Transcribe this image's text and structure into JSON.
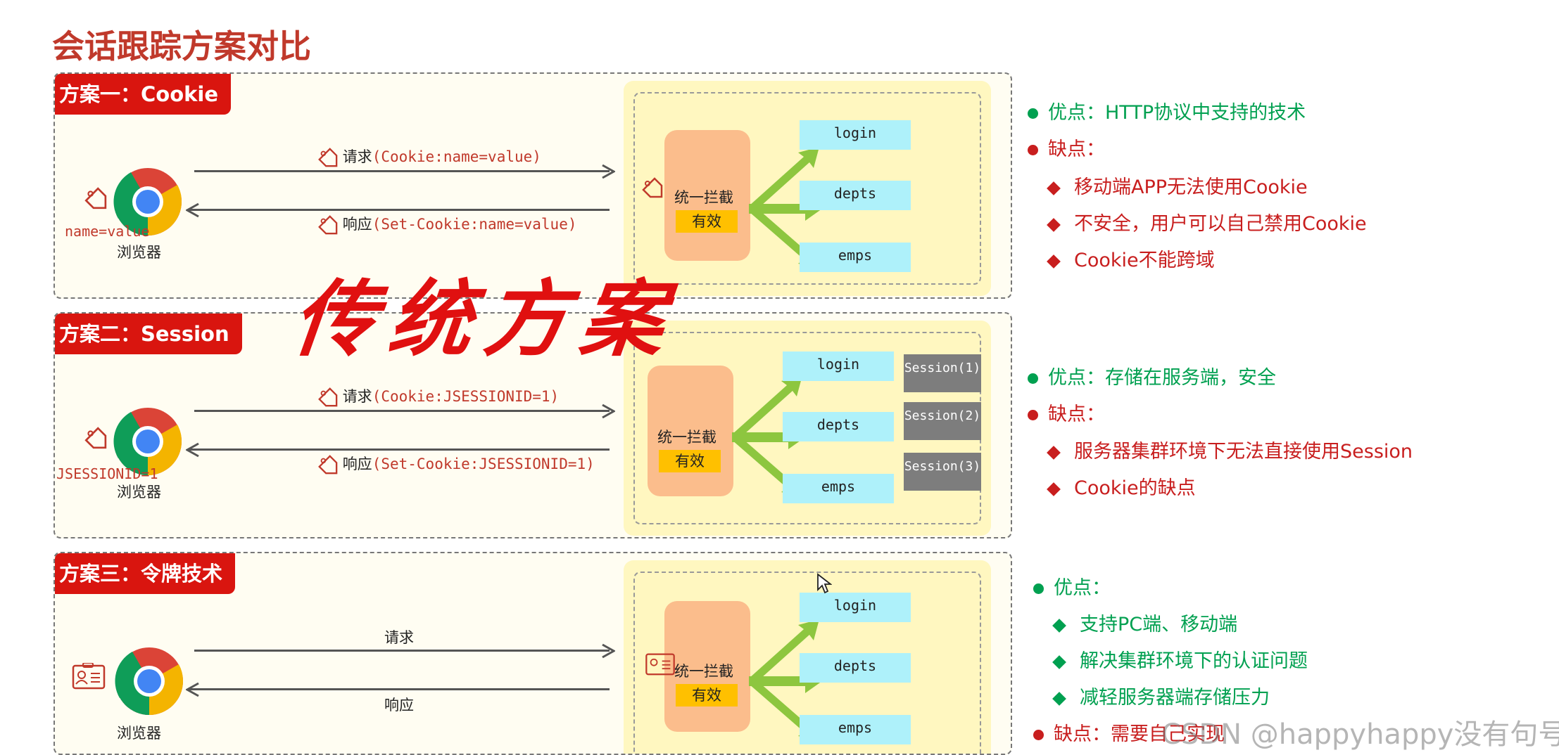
{
  "title": "会话跟踪方案对比",
  "panels": [
    {
      "tag": "方案一：Cookie",
      "browser_label": "浏览器",
      "token": "name=value",
      "request": {
        "prefix": "请求",
        "code": "(Cookie:name=value)"
      },
      "response": {
        "prefix": "响应",
        "code": "(Set-Cookie:name=value)"
      },
      "interceptor": "统一拦截",
      "valid": "有效",
      "endpoints": [
        "login",
        "depts",
        "emps"
      ]
    },
    {
      "tag": "方案二：Session",
      "browser_label": "浏览器",
      "token": "JSESSIONID=1",
      "request": {
        "prefix": "请求",
        "code": "(Cookie:JSESSIONID=1)"
      },
      "response": {
        "prefix": "响应",
        "code": "(Set-Cookie:JSESSIONID=1)"
      },
      "interceptor": "统一拦截",
      "valid": "有效",
      "endpoints": [
        "login",
        "depts",
        "emps"
      ],
      "sessions": [
        "Session(1)",
        "Session(2)",
        "Session(3)"
      ]
    },
    {
      "tag": "方案三：令牌技术",
      "browser_label": "浏览器",
      "request": {
        "prefix": "请求"
      },
      "response": {
        "prefix": "响应"
      },
      "interceptor": "统一拦截",
      "valid": "有效",
      "endpoints": [
        "login",
        "depts",
        "emps"
      ]
    }
  ],
  "overlay_text": "传统方案",
  "notes": {
    "cookie": {
      "pro": "优点：HTTP协议中支持的技术",
      "con": "缺点：",
      "cons": [
        "移动端APP无法使用Cookie",
        "不安全，用户可以自己禁用Cookie",
        "Cookie不能跨域"
      ]
    },
    "session": {
      "pro": "优点：存储在服务端，安全",
      "con": "缺点：",
      "cons": [
        "服务器集群环境下无法直接使用Session",
        "Cookie的缺点"
      ]
    },
    "token": {
      "pro": "优点：",
      "pros": [
        "支持PC端、移动端",
        "解决集群环境下的认证问题",
        "减轻服务器端存储压力"
      ],
      "con": "缺点：需要自己实现"
    }
  },
  "watermark": "CSDN @happyhappy没有句号",
  "colors": {
    "accent_red": "#d9150f",
    "pro_green": "#00a050",
    "con_red": "#c81e1e",
    "endpoint": "#aef1fa",
    "interceptor": "#fbbd8c",
    "badge": "#ffc000"
  }
}
